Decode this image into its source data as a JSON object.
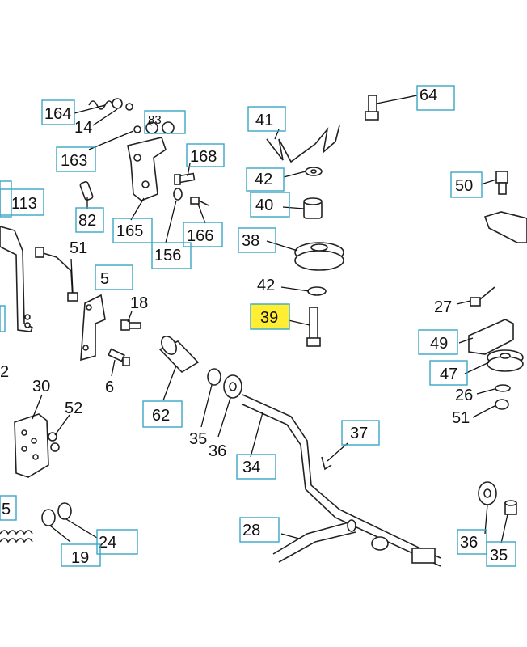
{
  "highlight_color": "#ffee33",
  "box_color": "#3aa6c4",
  "labels": {
    "l164": "164",
    "l14": "14",
    "l83": "83",
    "l163": "163",
    "l168": "168",
    "l82": "82",
    "l165": "165",
    "l166": "166",
    "l156": "156",
    "l113": "113",
    "l51a": "51",
    "l5": "5",
    "l18": "18",
    "l6": "6",
    "l2": "2",
    "l30": "30",
    "l52": "52",
    "l62": "62",
    "l35a": "35",
    "l36a": "36",
    "l34": "34",
    "l5b": "5",
    "l24": "24",
    "l19": "19",
    "l41": "41",
    "l42a": "42",
    "l40": "40",
    "l38": "38",
    "l42b": "42",
    "l39": "39",
    "l64": "64",
    "l50": "50",
    "l27": "27",
    "l49": "49",
    "l47": "47",
    "l26": "26",
    "l51b": "51",
    "l37": "37",
    "l28": "28",
    "l36b": "36",
    "l35b": "35"
  }
}
